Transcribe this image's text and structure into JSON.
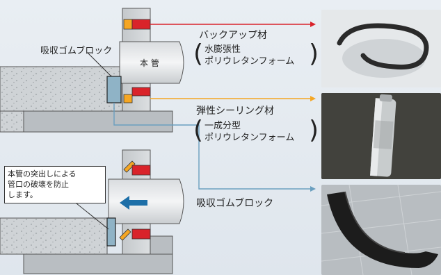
{
  "diagram": {
    "pipe_label": "本 管",
    "rubber_block_label": "吸収ゴムブロック",
    "backup_label": "バックアップ材",
    "backup_sub1": "水膨張性",
    "backup_sub2": "ポリウレタンフォーム",
    "sealant_label": "弾性シーリング材",
    "sealant_sub1": "一成分型",
    "sealant_sub2": "ポリウレタンフォーム",
    "absorb_label": "吸収ゴムブロック",
    "callout_line1": "本管の突出しによる",
    "callout_line2": "管口の破壊を防止",
    "callout_line3": "します。",
    "colors": {
      "red": "#d9232a",
      "orange": "#f5a623",
      "blue_block": "#8fb3c6",
      "arrow_blue": "#1d6fa8",
      "leader_blue": "#6a9fbf"
    }
  }
}
